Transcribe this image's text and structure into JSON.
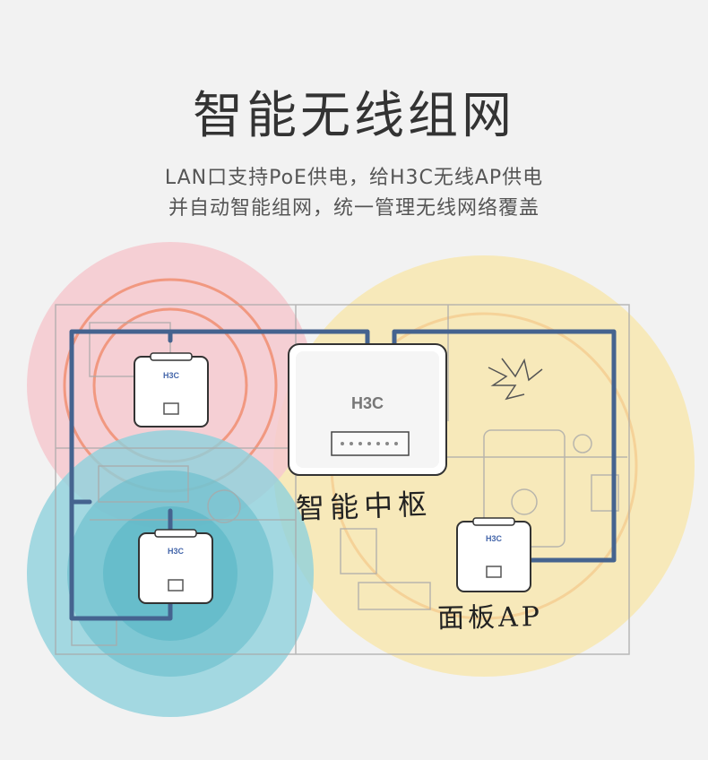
{
  "title": "智能无线组网",
  "subtitle_line1": "LAN口支持PoE供电，给H3C无线AP供电",
  "subtitle_line2": "并自动智能组网，统一管理无线网络覆盖",
  "hub": {
    "brand": "H3C",
    "label": "智能中枢"
  },
  "ap": {
    "brand": "H3C",
    "label": "面板AP"
  },
  "colors": {
    "pink_zone": "#f6c9cf",
    "teal_zone": "#8fd1dc",
    "yellow_zone": "#f8e7b0",
    "cable": "#45638f",
    "ring": "#f08a6a"
  }
}
